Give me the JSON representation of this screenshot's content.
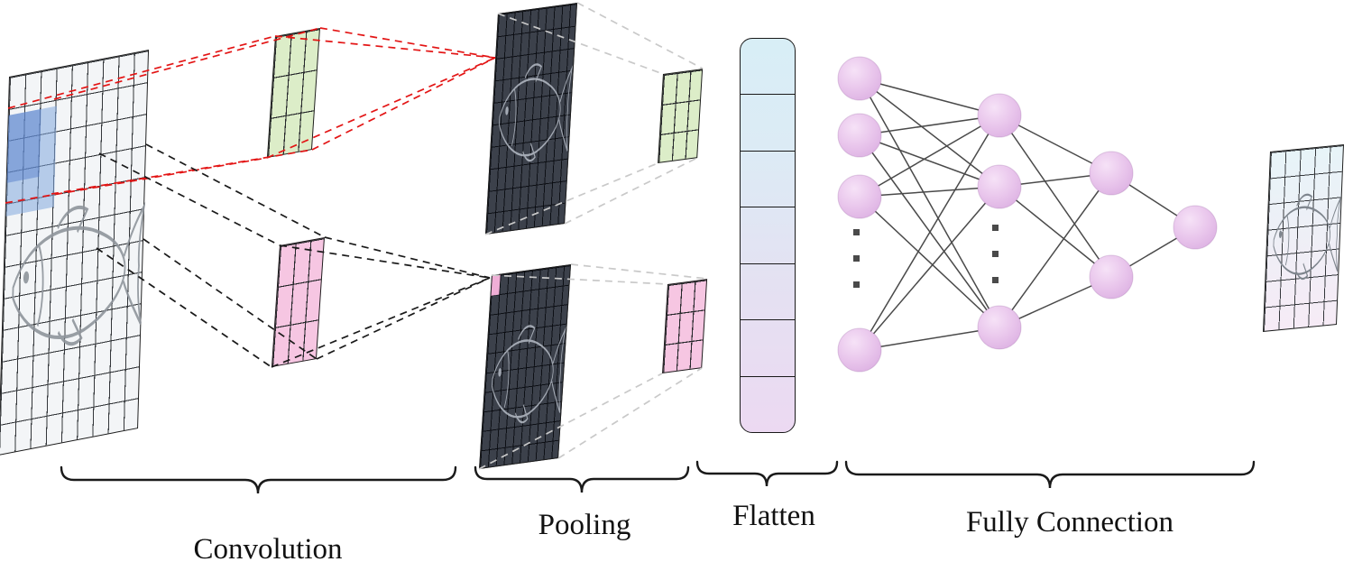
{
  "diagram": {
    "type": "cnn-architecture",
    "stage_labels": {
      "convolution": "Convolution",
      "pooling": "Pooling",
      "flatten": "Flatten",
      "fully_connection": "Fully Connection"
    },
    "components": {
      "input_image": {
        "grid": "9x12",
        "content": "fish sketch",
        "highlight": "blue receptive-field block at top-left"
      },
      "kernels": [
        {
          "name": "kernel-green",
          "size": "3x3",
          "color_hex": "#dcedc8"
        },
        {
          "name": "kernel-pink",
          "size": "3x3",
          "color_hex": "#f6c6e2"
        }
      ],
      "feature_maps": {
        "count": 2,
        "grid": "10x10",
        "fill_hex": "#3c414b",
        "content": "fish sketch"
      },
      "pooled_maps": [
        {
          "name": "pooled-green",
          "size": "3x3",
          "color_hex": "#dcedc8"
        },
        {
          "name": "pooled-pink",
          "size": "3x3",
          "color_hex": "#f6c6e2"
        }
      ],
      "flatten_vector_cells": 7,
      "fully_connected_layers_visible_neurons": [
        4,
        3,
        2,
        1
      ],
      "output_image": {
        "grid": "5x7",
        "content": "fish sketch"
      }
    },
    "colors": {
      "dashed_red": "#e31515",
      "dashed_black": "#1a1a1a",
      "dashed_gray": "#c9c9c9",
      "neuron_pink": "#e9c6ec",
      "flatten_top": "#d8eef6",
      "flatten_bottom": "#ecd9f2",
      "highlight_blue": "#82a8de"
    }
  }
}
